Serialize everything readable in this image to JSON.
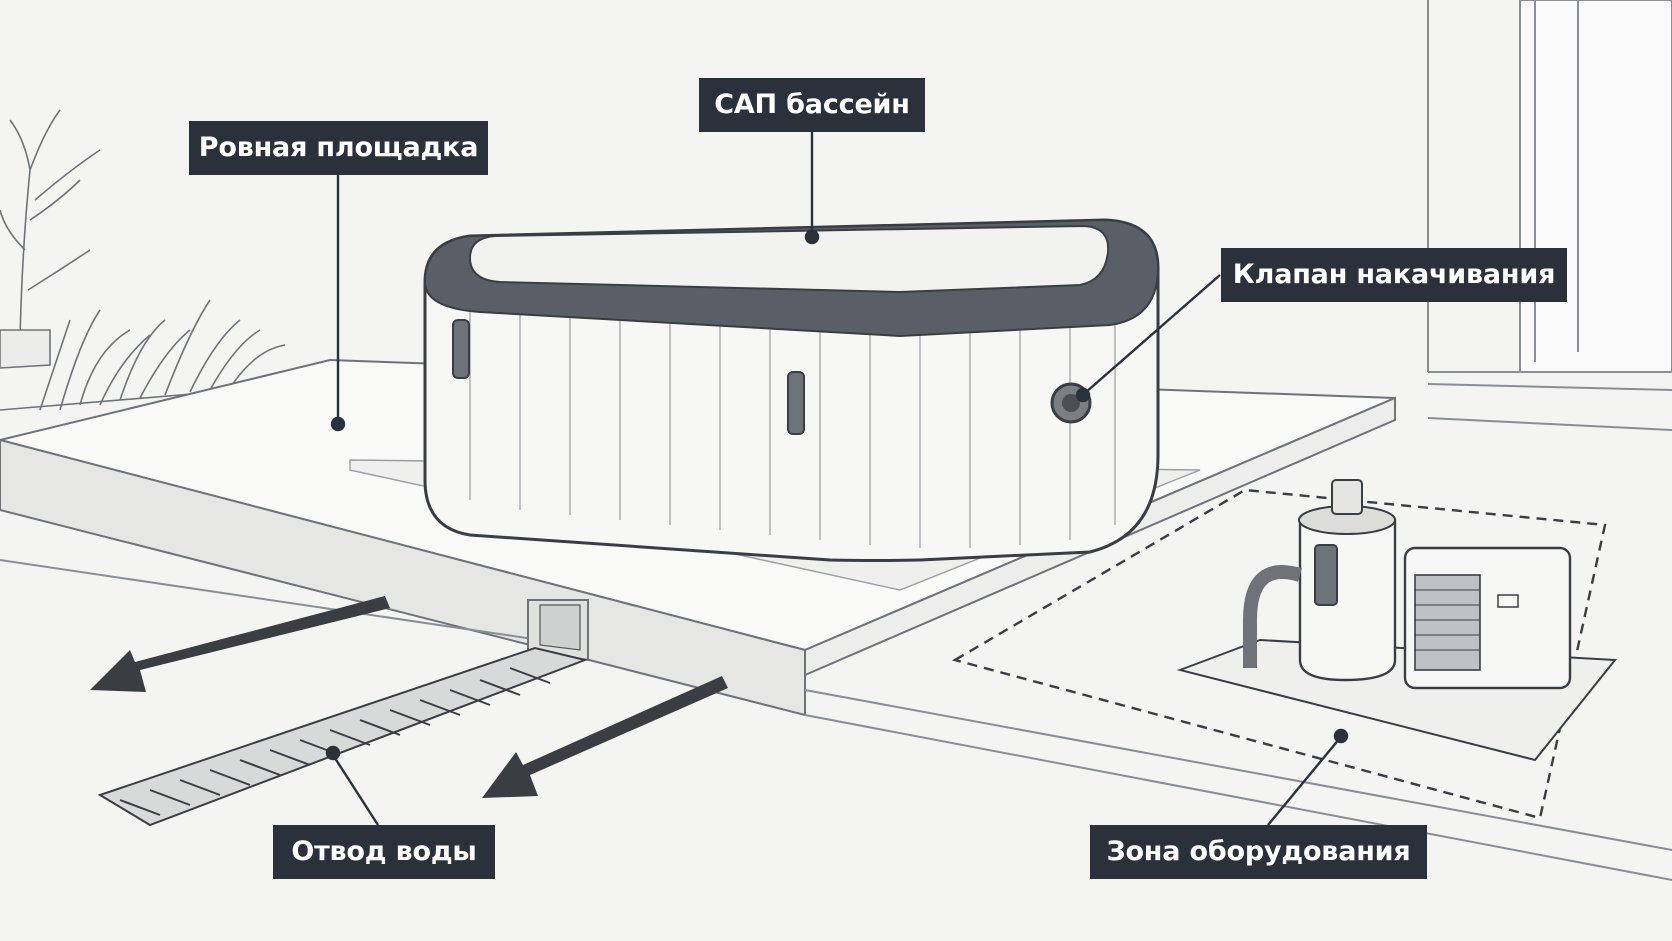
{
  "labels": {
    "platform": "Ровная площадка",
    "pool": "САП бассейн",
    "valve": "Клапан накачивания",
    "drain": "Отвод воды",
    "equipment": "Зона оборудования"
  },
  "colors": {
    "label_bg": "#2b313b",
    "label_text": "#ffffff",
    "background": "#f4f4f3",
    "line": "#3a3d42",
    "pool_rim": "#5a5e66"
  }
}
